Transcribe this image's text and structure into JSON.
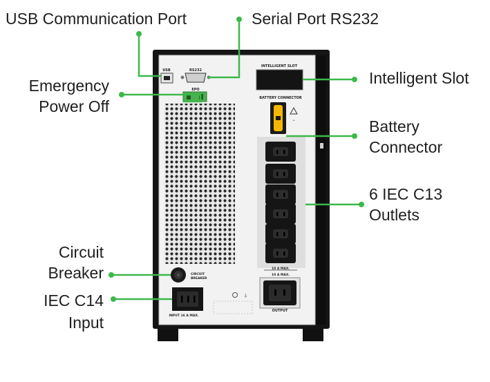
{
  "callouts": {
    "usb": "USB Communication Port",
    "serial": "Serial Port RS232",
    "epo_line1": "Emergency",
    "epo_line2": "Power Off",
    "intelligent": "Intelligent Slot",
    "battery_line1": "Battery",
    "battery_line2": "Connector",
    "outlets_line1": "6 IEC C13",
    "outlets_line2": "Outlets",
    "breaker_line1": "Circuit",
    "breaker_line2": "Breaker",
    "input_line1": "IEC C14",
    "input_line2": "Input"
  },
  "panel_labels": {
    "usb": "USB",
    "rs232": "RS232",
    "epo": "EPO",
    "intelligent_slot": "INTELLIGENT SLOT",
    "battery_connector": "BATTERY CONNECTOR",
    "outlet_max": "10 A MAX.",
    "output_max": "10 A MAX.",
    "output": "OUTPUT",
    "circuit": "CIRCUIT",
    "breaker": "BREAKER",
    "input_max": "INPUT 16 A MAX."
  },
  "colors": {
    "accent_green": "#3cb84a",
    "cabinet": "#151515",
    "panel": "#f2f2f2",
    "battery_handle": "#f5b800"
  }
}
